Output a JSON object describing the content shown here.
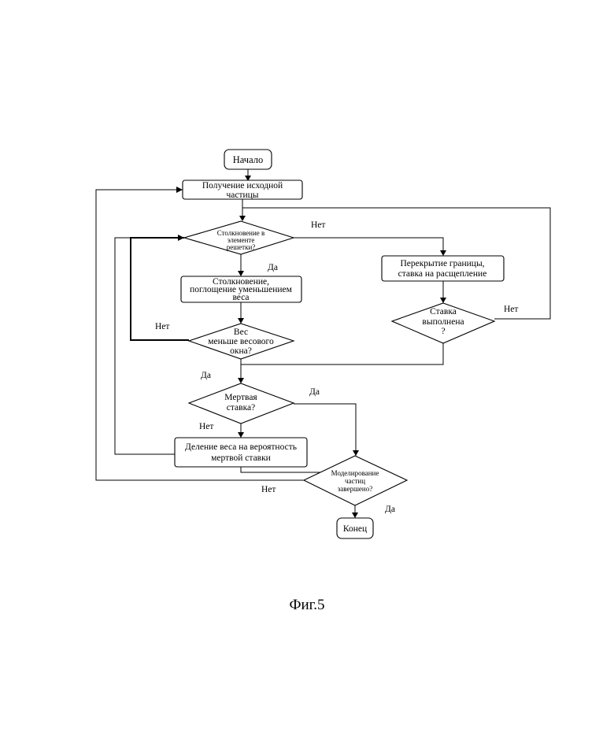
{
  "figure": {
    "caption": "Фиг.5",
    "nodes": {
      "start": {
        "shape": "terminal",
        "text": "Начало"
      },
      "source": {
        "shape": "process",
        "lines": [
          "Получение исходной",
          "частицы"
        ]
      },
      "collision_check": {
        "shape": "decision",
        "lines": [
          "Столкновение в",
          "элементе",
          "решетки?"
        ]
      },
      "boundary": {
        "shape": "process",
        "lines": [
          "Перекрытие границы,",
          "ставка на расщепление"
        ]
      },
      "collision": {
        "shape": "process",
        "lines": [
          "Столкновение,",
          "поглощение уменьшением",
          "веса"
        ]
      },
      "bet_done": {
        "shape": "decision",
        "lines": [
          "Ставка",
          "выполнена",
          "?"
        ]
      },
      "weight_check": {
        "shape": "decision",
        "lines": [
          "Вес",
          "меньше весового",
          "окна?"
        ]
      },
      "dead_bet": {
        "shape": "decision",
        "lines": [
          "Мертвая",
          "ставка?"
        ]
      },
      "divide": {
        "shape": "process",
        "lines": [
          "Деление веса на вероятность",
          "мертвой ставки"
        ]
      },
      "sim_done": {
        "shape": "decision",
        "lines": [
          "Моделирование",
          "частиц",
          "завершено?"
        ]
      },
      "end": {
        "shape": "terminal",
        "text": "Конец"
      }
    },
    "edge_labels": {
      "collision_no": "Нет",
      "collision_yes": "Да",
      "bet_no": "Нет",
      "weight_no": "Нет",
      "weight_yes": "Да",
      "dead_yes": "Да",
      "dead_no": "Нет",
      "sim_no": "Нет",
      "sim_yes": "Да"
    }
  }
}
